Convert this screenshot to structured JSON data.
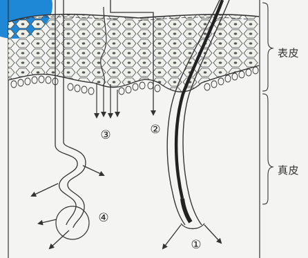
{
  "labels": {
    "epidermis": "表皮",
    "dermis": "真皮"
  },
  "markers": {
    "route_1": "①",
    "route_2": "②",
    "route_3": "③",
    "route_4": "④"
  },
  "colors": {
    "background": "#f4f5f2",
    "line": "#333333",
    "cell_fill": "#e9eae5",
    "corner_accent": "#1e88d6"
  }
}
